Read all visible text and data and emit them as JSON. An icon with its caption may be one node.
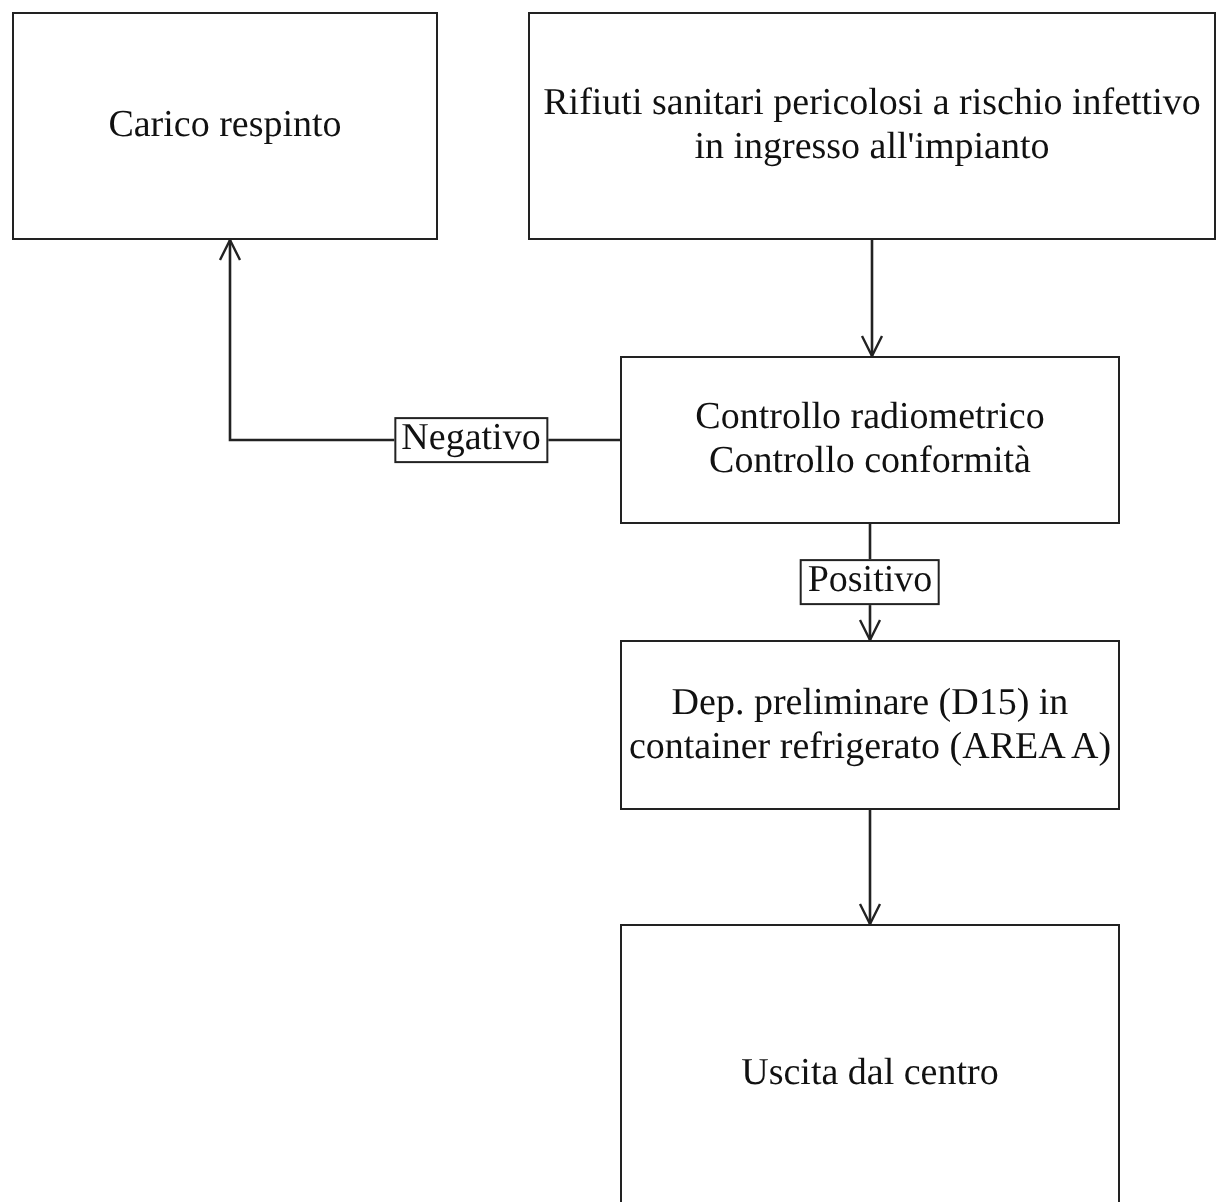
{
  "diagram": {
    "nodes": [
      {
        "text": [
          "Carico respinto"
        ]
      },
      {
        "text": [
          "Rifiuti sanitari pericolosi a rischio infettivo in ingresso all'impianto"
        ]
      },
      {
        "text": [
          "Controllo radiometrico",
          "Controllo conformità"
        ]
      },
      {
        "text": [
          "Dep. preliminare (D15) in container refrigerato (AREA A)"
        ]
      },
      {
        "text": [
          "Uscita dal centro"
        ]
      }
    ],
    "edges": [
      {
        "from": 1,
        "to": 2,
        "arrow": "to"
      },
      {
        "from": 2,
        "to": 0,
        "arrow": "to",
        "label": "Negativo"
      },
      {
        "from": 2,
        "to": 3,
        "arrow": "to",
        "label": "Positivo"
      },
      {
        "from": 3,
        "to": 4,
        "arrow": "to"
      }
    ]
  }
}
